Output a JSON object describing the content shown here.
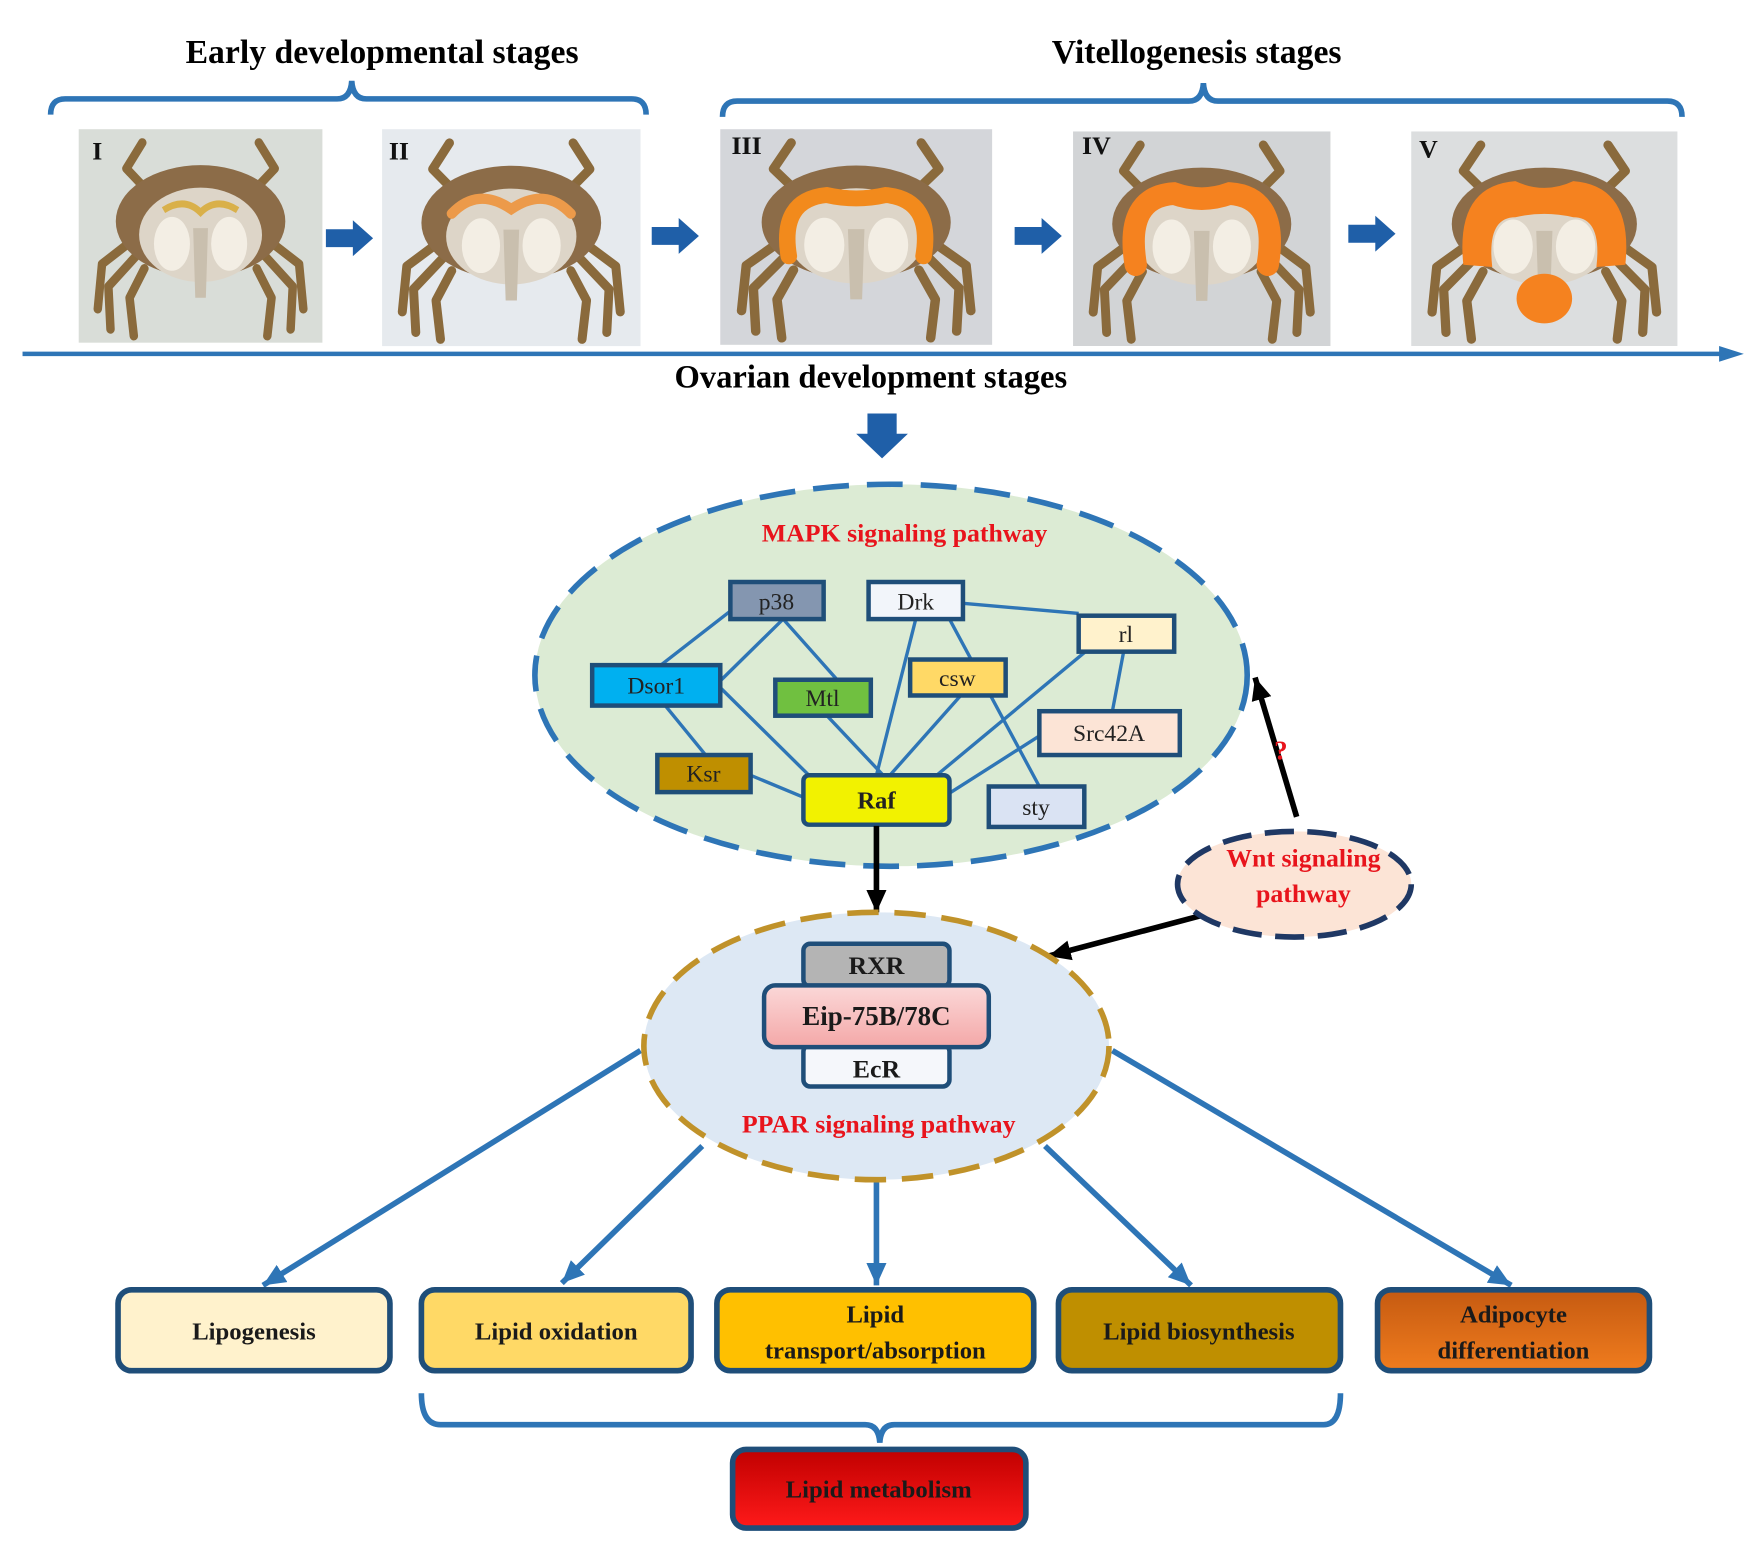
{
  "headings": {
    "early_stages": "Early developmental stages",
    "vitellogenesis_stages": "Vitellogenesis stages",
    "axis_label": "Ovarian development stages"
  },
  "stages": [
    {
      "numeral": "I"
    },
    {
      "numeral": "II"
    },
    {
      "numeral": "III"
    },
    {
      "numeral": "IV"
    },
    {
      "numeral": "V"
    }
  ],
  "mapk": {
    "title": "MAPK signaling pathway",
    "nodes": [
      {
        "label": "p38",
        "fill": "#8496b0"
      },
      {
        "label": "Drk",
        "fill": "#f2f5fa"
      },
      {
        "label": "rl",
        "fill": "#fff2cc"
      },
      {
        "label": "Dsor1",
        "fill": "#00b0f0"
      },
      {
        "label": "csw",
        "fill": "#ffd966"
      },
      {
        "label": "Mtl",
        "fill": "#70c040"
      },
      {
        "label": "Src42A",
        "fill": "#fce4d6"
      },
      {
        "label": "Ksr",
        "fill": "#bf8f00"
      },
      {
        "label": "Raf",
        "fill": "#f2f200"
      },
      {
        "label": "sty",
        "fill": "#dae3f3"
      }
    ]
  },
  "wnt": {
    "title_line1": "Wnt signaling",
    "title_line2": "pathway"
  },
  "wnt_to_mapk_label": "?",
  "ppar": {
    "title": "PPAR signaling pathway",
    "receptors": [
      {
        "label": "RXR",
        "fill": "#b4b4b4"
      },
      {
        "label": "Eip-75B/78C",
        "fill": "#f4a8a8"
      },
      {
        "label": "EcR",
        "fill": "#f5f7fb"
      }
    ]
  },
  "outcomes": [
    {
      "lines": [
        "Lipogenesis"
      ],
      "fill": "#fff2cc"
    },
    {
      "lines": [
        "Lipid oxidation"
      ],
      "fill": "#ffd966"
    },
    {
      "lines": [
        "Lipid",
        "transport/absorption"
      ],
      "fill": "#ffc000"
    },
    {
      "lines": [
        "Lipid biosynthesis"
      ],
      "fill": "#bf8f00"
    },
    {
      "lines": [
        "Adipocyte",
        "differentiation"
      ],
      "fill": "#f07c1e"
    }
  ],
  "summary": {
    "label": "Lipid metabolism",
    "fill": "#ff1a1a"
  },
  "colors": {
    "arrow_blue": "#2e75b6",
    "box_border": "#1f4e79",
    "pathway_title": "#e8141c",
    "mapk_ellipse": "#dcebd4",
    "ppar_ellipse": "#dde8f4",
    "ppar_border": "#c0922a",
    "wnt_ellipse": "#fce4d6"
  }
}
